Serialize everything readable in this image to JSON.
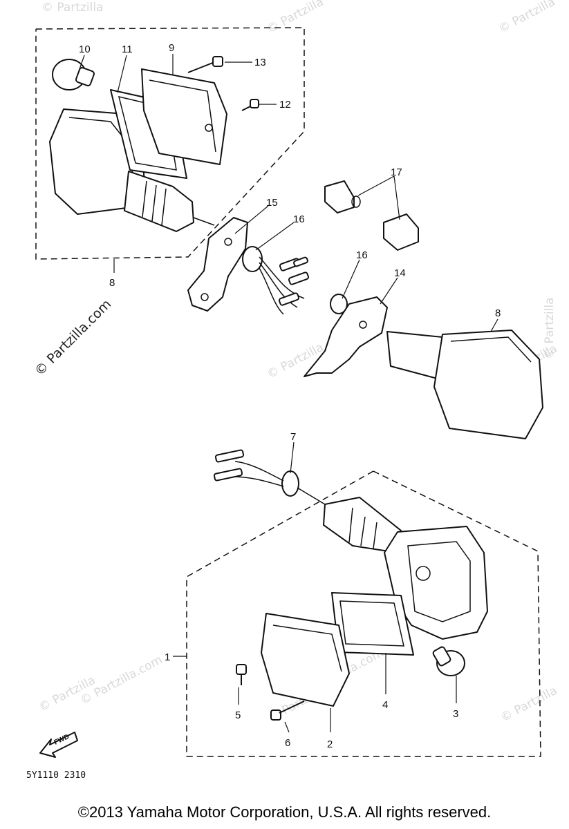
{
  "callouts": [
    "1",
    "2",
    "3",
    "4",
    "5",
    "6",
    "7",
    "8",
    "8",
    "9",
    "10",
    "11",
    "12",
    "13",
    "14",
    "15",
    "16",
    "16",
    "17"
  ],
  "watermarks": {
    "small": "© Partzilla",
    "large": "© Partzilla.com"
  },
  "diagram_code": "5Y1110 2310",
  "fwd_label": "FWD",
  "copyright": "©2013 Yamaha Motor Corporation, U.S.A. All rights reserved."
}
